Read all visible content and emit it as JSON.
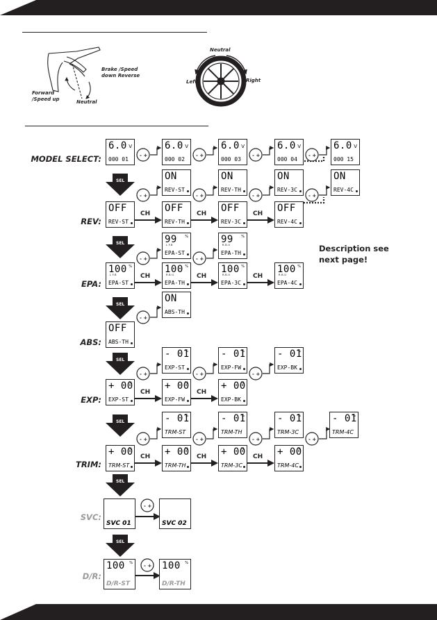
{
  "trigger_diagram": {
    "labels": {
      "brake": "Brake /Speed down Reverse",
      "forward": "Forward /Speed up",
      "neutral": "Neutral"
    }
  },
  "wheel_diagram": {
    "labels": {
      "neutral": "Neutral",
      "left": "Left",
      "right": "Right"
    }
  },
  "row_labels": {
    "model_select": "MODEL SELECT:",
    "rev": "REV:",
    "epa": "EPA:",
    "abs": "ABS:",
    "exp": "EXP:",
    "trim": "TRIM:",
    "svc": "SVC:",
    "dr": "D/R:"
  },
  "buttons": {
    "sel": "SEL",
    "ch": "CH",
    "dial": "- +"
  },
  "note": {
    "line1": "Description see",
    "line2": "next page!"
  },
  "screens": {
    "model": [
      {
        "top": "6.0",
        "unit": "V",
        "sub": "000 01"
      },
      {
        "top": "6.0",
        "unit": "V",
        "sub": "000 02"
      },
      {
        "top": "6.0",
        "unit": "V",
        "sub": "000 03"
      },
      {
        "top": "6.0",
        "unit": "V",
        "sub": "000 04"
      },
      {
        "top": "6.0",
        "unit": "V",
        "sub": "000 15"
      }
    ],
    "rev_on": [
      {
        "top": "ON",
        "sub": "REV-ST"
      },
      {
        "top": "ON",
        "sub": "REV-TH"
      },
      {
        "top": "ON",
        "sub": "REV-3C"
      },
      {
        "top": "ON",
        "sub": "REV-4C"
      }
    ],
    "rev_off": [
      {
        "top": "OFF",
        "sub": "REV-ST"
      },
      {
        "top": "OFF",
        "sub": "REV-TH"
      },
      {
        "top": "OFF",
        "sub": "REV-3C"
      },
      {
        "top": "OFF",
        "sub": "REV-4C"
      }
    ],
    "epa_up": [
      {
        "top": "99",
        "unit": "%",
        "lr": "L F.B",
        "sub": "EPA-ST"
      },
      {
        "top": "99",
        "unit": "%",
        "lr": "R.B.U",
        "sub": "EPA-TH"
      }
    ],
    "epa": [
      {
        "top": "100",
        "unit": "%",
        "lr": "L F.B",
        "sub": "EPA-ST"
      },
      {
        "top": "100",
        "unit": "%",
        "lr": "R.B.U",
        "sub": "EPA-TH"
      },
      {
        "top": "100",
        "unit": "%",
        "lr": "R.B.U",
        "sub": "EPA-3C"
      },
      {
        "top": "100",
        "unit": "%",
        "lr": "R.B.U",
        "sub": "EPA-4C"
      }
    ],
    "abs": [
      {
        "top": "ON",
        "sub": "ABS-TH"
      },
      {
        "top": "OFF",
        "sub": "ABS-TH"
      }
    ],
    "exp_up": [
      {
        "top": "- 01",
        "unit": "%",
        "sub": "EXP-ST"
      },
      {
        "top": "- 01",
        "unit": "%",
        "sub": "EXP-FW"
      },
      {
        "top": "- 01",
        "unit": "%",
        "sub": "EXP-BK"
      }
    ],
    "exp": [
      {
        "top": "+ 00",
        "unit": "%",
        "sub": "EXP-ST"
      },
      {
        "top": "+ 00",
        "unit": "%",
        "sub": "EXP-FW"
      },
      {
        "top": "+ 00",
        "unit": "%",
        "sub": "EXP-BK"
      }
    ],
    "trim_up": [
      {
        "top": "- 01",
        "unit": "%",
        "sub": "TRM-ST"
      },
      {
        "top": "- 01",
        "unit": "%",
        "sub": "TRM-TH"
      },
      {
        "top": "- 01",
        "unit": "%",
        "sub": "TRM-3C"
      },
      {
        "top": "- 01",
        "unit": "%",
        "sub": "TRM-4C"
      }
    ],
    "trim": [
      {
        "top": "+ 00",
        "unit": "%",
        "sub": "TRM-ST"
      },
      {
        "top": "+ 00",
        "unit": "%",
        "sub": "TRM-TH"
      },
      {
        "top": "+ 00",
        "unit": "%",
        "sub": "TRM-3C"
      },
      {
        "top": "+ 00",
        "unit": "%",
        "sub": "TRM-4C"
      }
    ],
    "svc": [
      {
        "sub": "SVC 01"
      },
      {
        "sub": "SVC 02"
      }
    ],
    "dr": [
      {
        "top": "100",
        "unit": "%",
        "sub": "D/R-ST"
      },
      {
        "top": "100",
        "unit": "%",
        "sub": "D/R-TH"
      }
    ]
  }
}
